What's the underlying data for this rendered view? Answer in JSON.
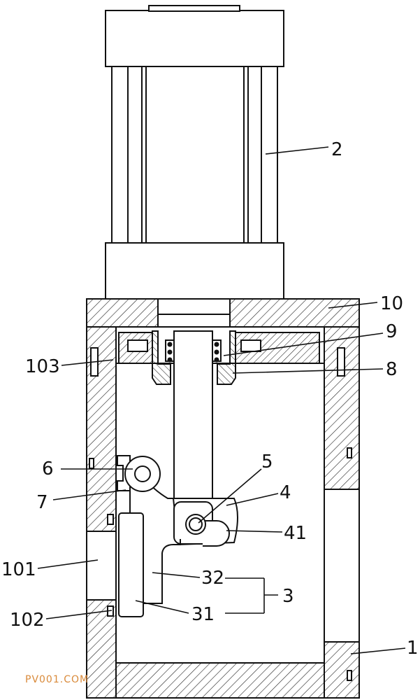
{
  "labels": {
    "l2": "2",
    "l10": "10",
    "l9": "9",
    "l103": "103",
    "l8": "8",
    "l5": "5",
    "l6": "6",
    "l4": "4",
    "l7": "7",
    "l41": "41",
    "l101": "101",
    "l32": "32",
    "l3": "3",
    "l102": "102",
    "l31": "31",
    "l1": "1"
  },
  "watermark": "PV001.COM"
}
